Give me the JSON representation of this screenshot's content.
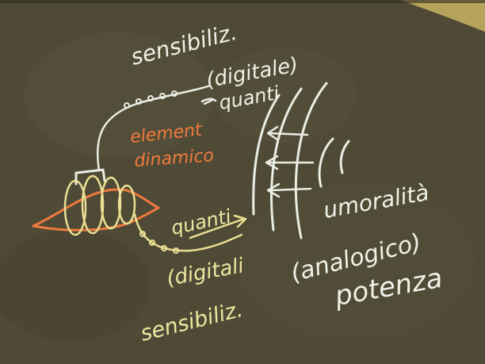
{
  "board": {
    "background_color": "#4f4a36",
    "edge_highlight_color": "#d9c36a",
    "chalk_colors": {
      "white": "#eef2e6",
      "yellow": "#efe7a0",
      "orange": "#f07a3c"
    }
  },
  "writing": {
    "top_right": {
      "sensibiliz": "sensibiliz.",
      "digitale": "(digitale)",
      "quanti": "quanti"
    },
    "left_center": {
      "element": "element",
      "dinamico": "dinamico"
    },
    "bottom_left": {
      "quanti": "quanti",
      "digitali": "(digitali",
      "sensibiliz": "sensibiliz."
    },
    "right": {
      "umoralita": "umoralità",
      "analogico": "(analogico)",
      "potenza": "potenza"
    }
  }
}
